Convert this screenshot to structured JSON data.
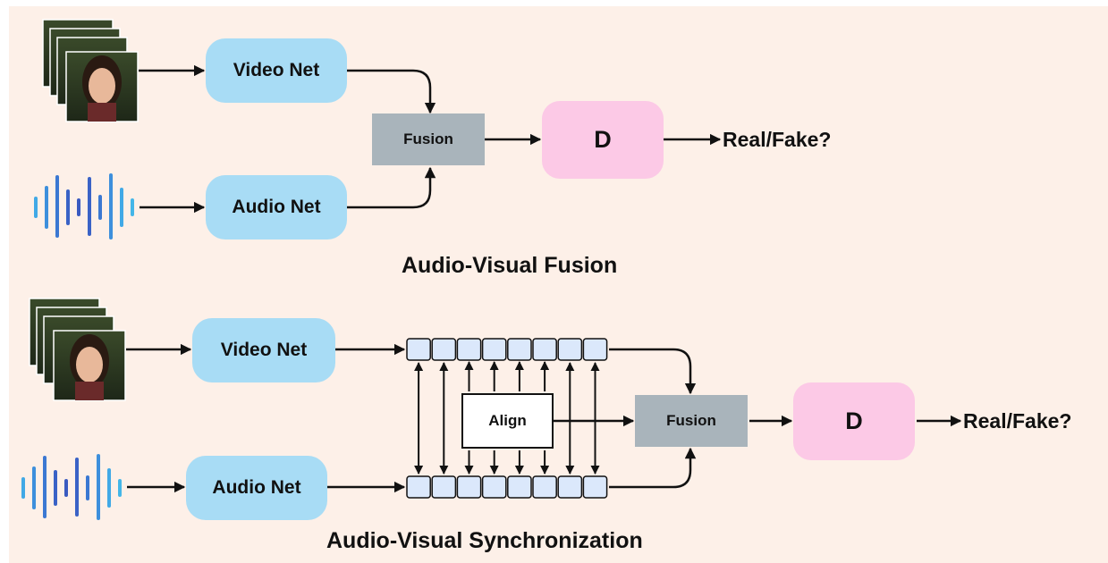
{
  "colors": {
    "background": "#fdf0e8",
    "net_fill": "#a8dcf5",
    "fusion_fill": "#a9b4bb",
    "discriminator_fill": "#fcc9e6",
    "token_fill": "#dbe8fb",
    "waveform_fill": "#4f9ee0"
  },
  "top_panel": {
    "video_net": "Video Net",
    "audio_net": "Audio Net",
    "fusion": "Fusion",
    "discriminator": "D",
    "output": "Real/Fake?",
    "caption": "Audio-Visual Fusion"
  },
  "bottom_panel": {
    "video_net": "Video Net",
    "audio_net": "Audio Net",
    "align": "Align",
    "fusion": "Fusion",
    "discriminator": "D",
    "output": "Real/Fake?",
    "caption": "Audio-Visual Synchronization"
  },
  "icons": {
    "video_frames": "face-video-frames-icon",
    "audio_waveform": "audio-waveform-icon"
  }
}
